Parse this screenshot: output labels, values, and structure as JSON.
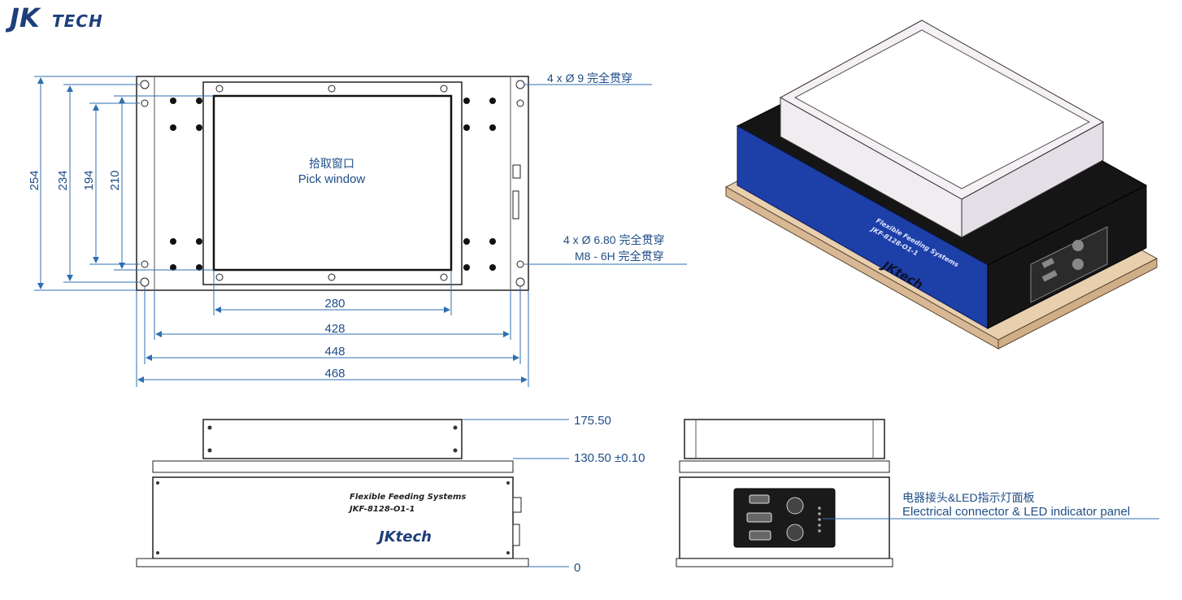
{
  "brand": {
    "logo_main": "JK",
    "logo_sub": "TECH"
  },
  "top_view": {
    "window_label_cn": "拾取窗口",
    "window_label_en": "Pick window",
    "hole_note_1": "4 x Ø 9 完全贯穿",
    "hole_note_2a": "4 x Ø 6.80 完全贯穿",
    "hole_note_2b": "M8 - 6H 完全贯穿",
    "dims_vertical": [
      "254",
      "234",
      "194",
      "210"
    ],
    "dims_horizontal": [
      "280",
      "428",
      "448",
      "468"
    ]
  },
  "front_view": {
    "product_line_1": "Flexible Feeding Systems",
    "product_line_2": "JKF-8128-O1-1",
    "body_logo": "JKtech",
    "height_top": "175.50",
    "height_mid": "130.50 ±0.10",
    "height_base": "0"
  },
  "side_view": {
    "panel_label_cn": "电器接头&LED指示灯面板",
    "panel_label_en": "Electrical connector & LED indicator panel"
  },
  "iso_view": {
    "body_line_1": "Flexible Feeding Systems",
    "body_line_2": "JKF-8128-O1-1",
    "body_logo": "JKtech"
  },
  "colors": {
    "accent": "#1f4e87",
    "body_blue": "#1d3fa8",
    "base_tan": "#e8cfae"
  }
}
